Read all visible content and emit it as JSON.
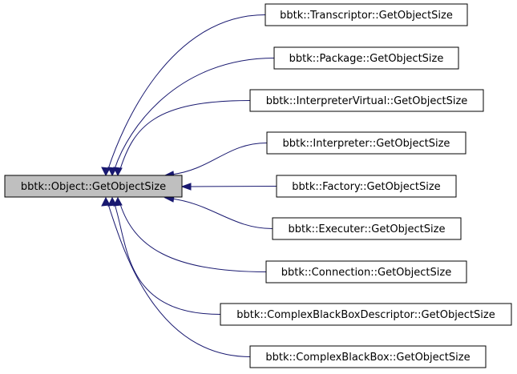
{
  "colors": {
    "edge": "#191970",
    "root_fill": "#bfbfbf",
    "node_fill": "#ffffff",
    "border": "#000000"
  },
  "root": {
    "label": "bbtk::Object::GetObjectSize"
  },
  "callers": [
    {
      "label": "bbtk::Transcriptor::GetObjectSize"
    },
    {
      "label": "bbtk::Package::GetObjectSize"
    },
    {
      "label": "bbtk::InterpreterVirtual::GetObjectSize"
    },
    {
      "label": "bbtk::Interpreter::GetObjectSize"
    },
    {
      "label": "bbtk::Factory::GetObjectSize"
    },
    {
      "label": "bbtk::Executer::GetObjectSize"
    },
    {
      "label": "bbtk::Connection::GetObjectSize"
    },
    {
      "label": "bbtk::ComplexBlackBoxDescriptor::GetObjectSize"
    },
    {
      "label": "bbtk::ComplexBlackBox::GetObjectSize"
    }
  ]
}
